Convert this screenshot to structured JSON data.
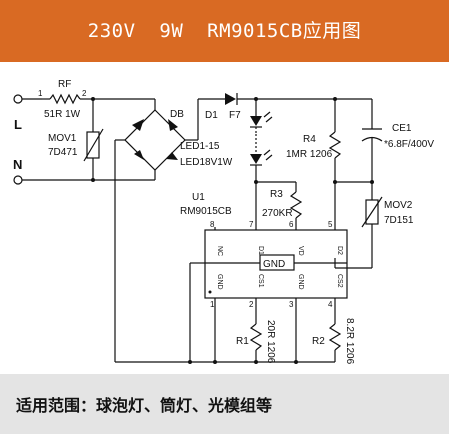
{
  "header": {
    "title": "230V  9W  RM9015CB应用图"
  },
  "terminals": {
    "line": "L",
    "neutral": "N"
  },
  "components": {
    "rf": {
      "ref": "RF",
      "value": "51R 1W"
    },
    "mov1": {
      "ref": "MOV1",
      "value": "7D471"
    },
    "db": {
      "ref": "DB"
    },
    "d1": {
      "ref": "D1"
    },
    "f7": {
      "ref": "F7"
    },
    "led": {
      "ref": "LED1-15",
      "value": "LED18V1W"
    },
    "r4": {
      "ref": "R4",
      "value": "1MR 1206"
    },
    "ce1": {
      "ref": "CE1",
      "value": "*6.8F/400V"
    },
    "r3": {
      "ref": "R3",
      "value": "270KR"
    },
    "mov2": {
      "ref": "MOV2",
      "value": "7D151"
    },
    "u1": {
      "ref": "U1",
      "value": "RM9015CB"
    },
    "r1": {
      "ref": "R1",
      "value": "20R 1206"
    },
    "r2": {
      "ref": "R2",
      "value": "8.2R 1206"
    }
  },
  "ic": {
    "gnd_label": "GND",
    "top_pins": [
      {
        "num": "8",
        "name": "NC"
      },
      {
        "num": "7",
        "name": "D1"
      },
      {
        "num": "6",
        "name": "VD"
      },
      {
        "num": "5",
        "name": "D2"
      }
    ],
    "bottom_pins": [
      {
        "num": "1",
        "name": "GND"
      },
      {
        "num": "2",
        "name": "CS1"
      },
      {
        "num": "3",
        "name": "GND"
      },
      {
        "num": "4",
        "name": "CS2"
      }
    ]
  },
  "pin_numbers": {
    "rf_left": "1",
    "rf_right": "2"
  },
  "footer": {
    "scope": "适用范围：球泡灯、筒灯、光模组等"
  }
}
